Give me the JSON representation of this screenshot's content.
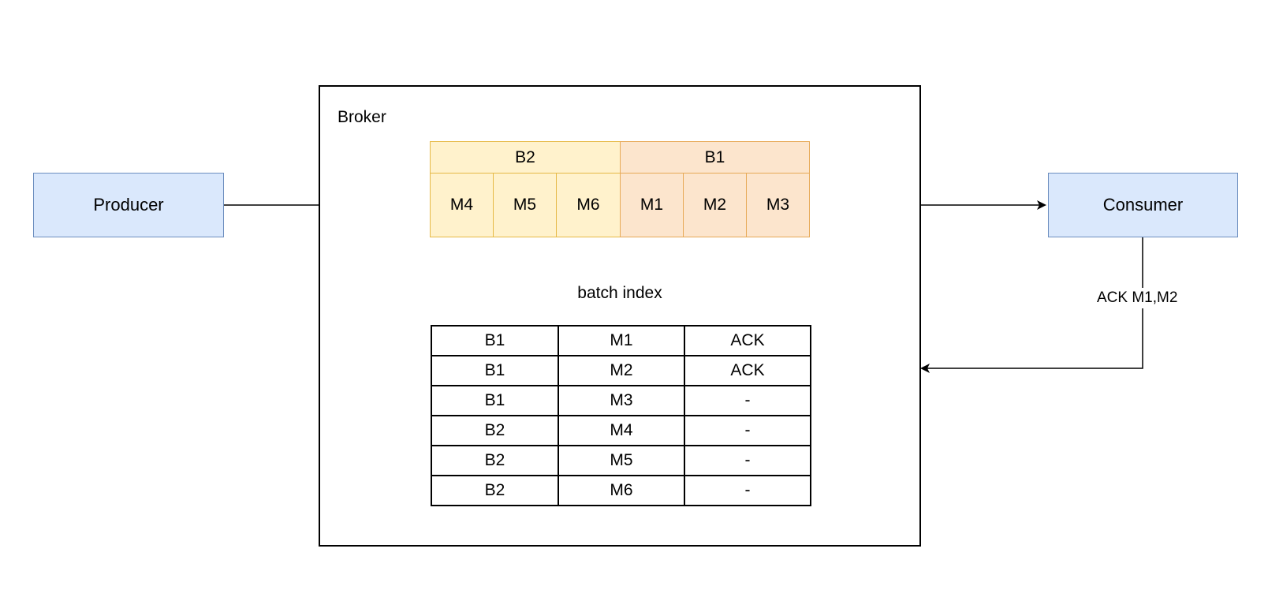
{
  "producer": {
    "label": "Producer"
  },
  "consumer": {
    "label": "Consumer"
  },
  "broker": {
    "label": "Broker",
    "batches": [
      {
        "id": "B2",
        "messages": [
          "M4",
          "M5",
          "M6"
        ],
        "color": "#fff2cc",
        "border": "#d6b656"
      },
      {
        "id": "B1",
        "messages": [
          "M1",
          "M2",
          "M3"
        ],
        "color": "#fce5cd",
        "border": "#d79b00"
      }
    ],
    "batch_index": {
      "title": "batch index",
      "rows": [
        [
          "B1",
          "M1",
          "ACK"
        ],
        [
          "B1",
          "M2",
          "ACK"
        ],
        [
          "B1",
          "M3",
          "-"
        ],
        [
          "B2",
          "M4",
          "-"
        ],
        [
          "B2",
          "M5",
          "-"
        ],
        [
          "B2",
          "M6",
          "-"
        ]
      ]
    }
  },
  "edges": {
    "ack_label": "ACK M1,M2"
  }
}
